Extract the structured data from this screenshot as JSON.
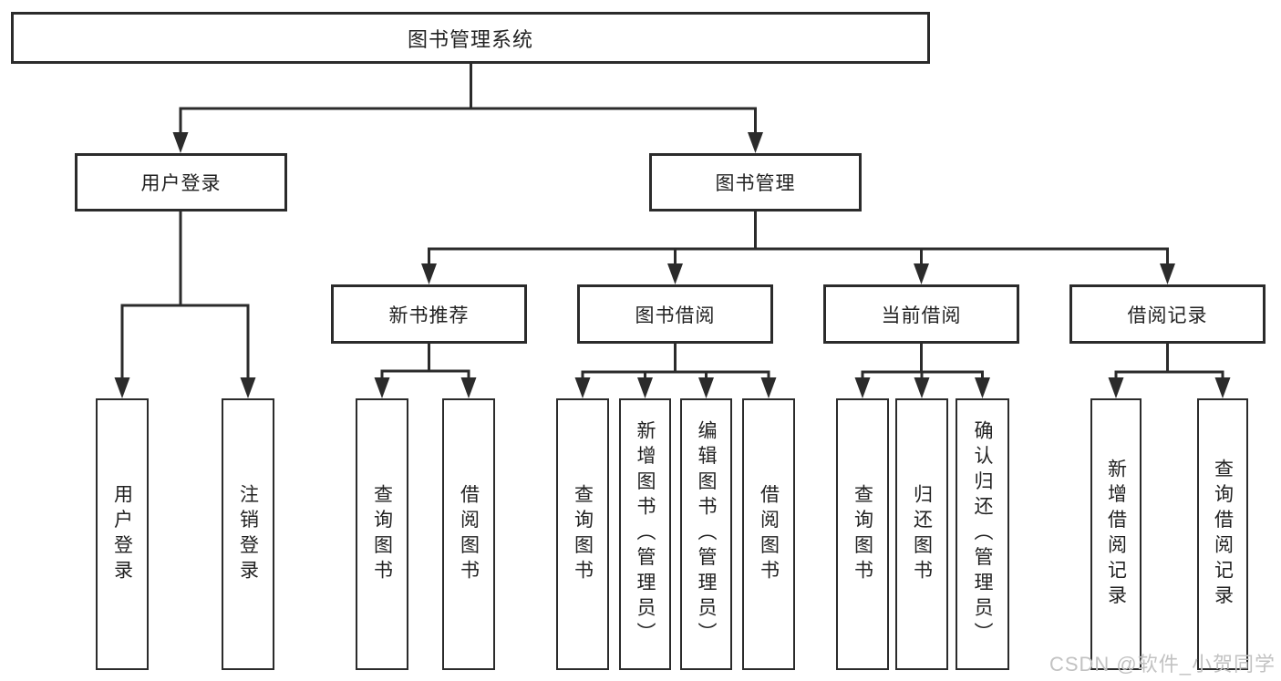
{
  "tree": {
    "root": "图书管理系统",
    "branches": [
      {
        "label": "用户登录",
        "children": [
          "用户登录",
          "注销登录"
        ]
      },
      {
        "label": "图书管理",
        "sections": [
          {
            "label": "新书推荐",
            "children": [
              "查询图书",
              "借阅图书"
            ]
          },
          {
            "label": "图书借阅",
            "children": [
              "查询图书",
              "新增图书（管理员）",
              "编辑图书（管理员）",
              "借阅图书"
            ]
          },
          {
            "label": "当前借阅",
            "children": [
              "查询图书",
              "归还图书",
              "确认归还（管理员）"
            ]
          },
          {
            "label": "借阅记录",
            "children": [
              "新增借阅记录",
              "查询借阅记录"
            ]
          }
        ]
      }
    ]
  },
  "watermark": "CSDN @软件_小贺同学",
  "colors": {
    "line": "#2b2b2b",
    "text": "#222222",
    "background": "#ffffff",
    "watermark": "#c2c2c2"
  }
}
